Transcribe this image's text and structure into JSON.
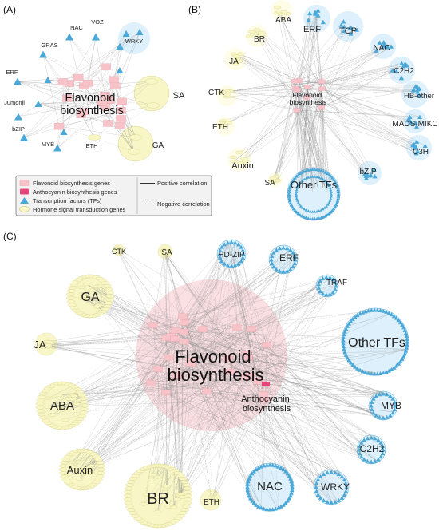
{
  "panels": {
    "a": {
      "label": "(A)",
      "hub_label": [
        "Flavonoid",
        "biosynthesis"
      ],
      "node_labels": [
        "NAC",
        "VOZ",
        "GRAS",
        "WRKY",
        "ERF",
        "Jumonji",
        "bZIP",
        "MYB",
        "SA",
        "GA",
        "ETH"
      ]
    },
    "b": {
      "label": "(B)",
      "hub_label": [
        "Flavonoid",
        "biosynthesis"
      ],
      "node_labels": [
        "ABA",
        "BR",
        "ERF",
        "TCP",
        "JA",
        "NAC",
        "C2H2",
        "CTK",
        "HB-other",
        "ETH",
        "MADS-MIKC",
        "C3H",
        "bZIP",
        "Auxin",
        "SA",
        "Other TFs"
      ]
    },
    "c": {
      "label": "(C)",
      "hub_label": [
        "Flavonoid",
        "biosynthesis"
      ],
      "sub_hub_label": [
        "Anthocyanin",
        "biosynthesis"
      ],
      "node_labels": [
        "CTK",
        "SA",
        "HD-ZIP",
        "ERF",
        "TRAF",
        "GA",
        "Other TFs",
        "JA",
        "ABA",
        "MYB",
        "C2H2",
        "Auxin",
        "WRKY",
        "BR",
        "ETH",
        "NAC"
      ]
    }
  },
  "legend": {
    "items": [
      "Flavonoid biosynthesis genes",
      "Anthocyanin biosynthesis genes",
      "Transcription factors (TFs)",
      "Hormone signal transduction genes"
    ],
    "lines": [
      "Positive correlation",
      "Negative correlation"
    ]
  },
  "colors": {
    "flavonoid": "#f7c3c8",
    "anthocyanin": "#e8457a",
    "tf": "#4aa8d8",
    "tf_halo": "#ddf0fb",
    "hormone": "#f8f6c6",
    "hormone_stroke": "#d9d48a",
    "hub_halo": "#fbe0e3"
  }
}
